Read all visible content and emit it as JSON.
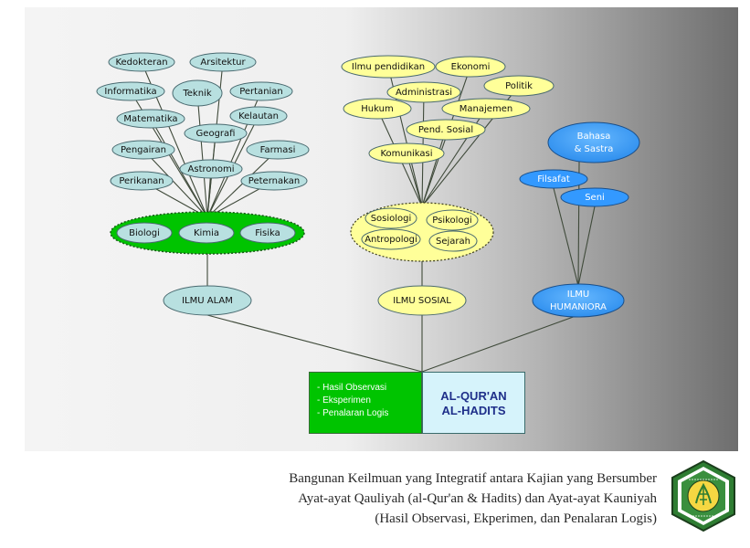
{
  "colors": {
    "teal": "#b8e0e0",
    "yellow": "#ffff99",
    "blue": "#3399ff",
    "green": "#00c400",
    "quran_box": "#d6f3fb"
  },
  "alam": {
    "branches": [
      "Kedokteran",
      "Arsitektur",
      "Informatika",
      "Teknik",
      "Pertanian",
      "Matematika",
      "Kelautan",
      "Geografi",
      "Pengairan",
      "Farmasi",
      "Astronomi",
      "Perikanan",
      "Peternakan"
    ],
    "core": [
      "Biologi",
      "Kimia",
      "Fisika"
    ],
    "root": "ILMU ALAM"
  },
  "sosial": {
    "branches": [
      "Ilmu pendidikan",
      "Ekonomi",
      "Politik",
      "Administrasi",
      "Hukum",
      "Manajemen",
      "Pend. Sosial",
      "Komunikasi"
    ],
    "core": [
      "Sosiologi",
      "Psikologi",
      "Antropologi",
      "Sejarah"
    ],
    "root": "ILMU SOSIAL"
  },
  "humaniora": {
    "branches": [
      "Bahasa",
      "& Sastra",
      "Filsafat",
      "Seni"
    ],
    "root": [
      "ILMU",
      "HUMANIORA"
    ]
  },
  "base": {
    "left_items": [
      "- Hasil Observasi",
      "- Eksperimen",
      "- Penalaran Logis"
    ],
    "right_lines": [
      "AL-QUR'AN",
      "AL-HADITS"
    ]
  },
  "caption": {
    "lines": [
      "Bangunan Keilmuan yang Integratif antara Kajian yang Bersumber",
      "Ayat-ayat Qauliyah (al-Qur'an & Hadits) dan Ayat-ayat Kauniyah",
      "(Hasil Observasi, Ekperimen, dan Penalaran Logis)"
    ]
  },
  "logo": {
    "icon": "university-seal-icon",
    "text_top": "UNIVERSITAS ISLAM NEGERI",
    "text_bottom": "MALANG"
  }
}
